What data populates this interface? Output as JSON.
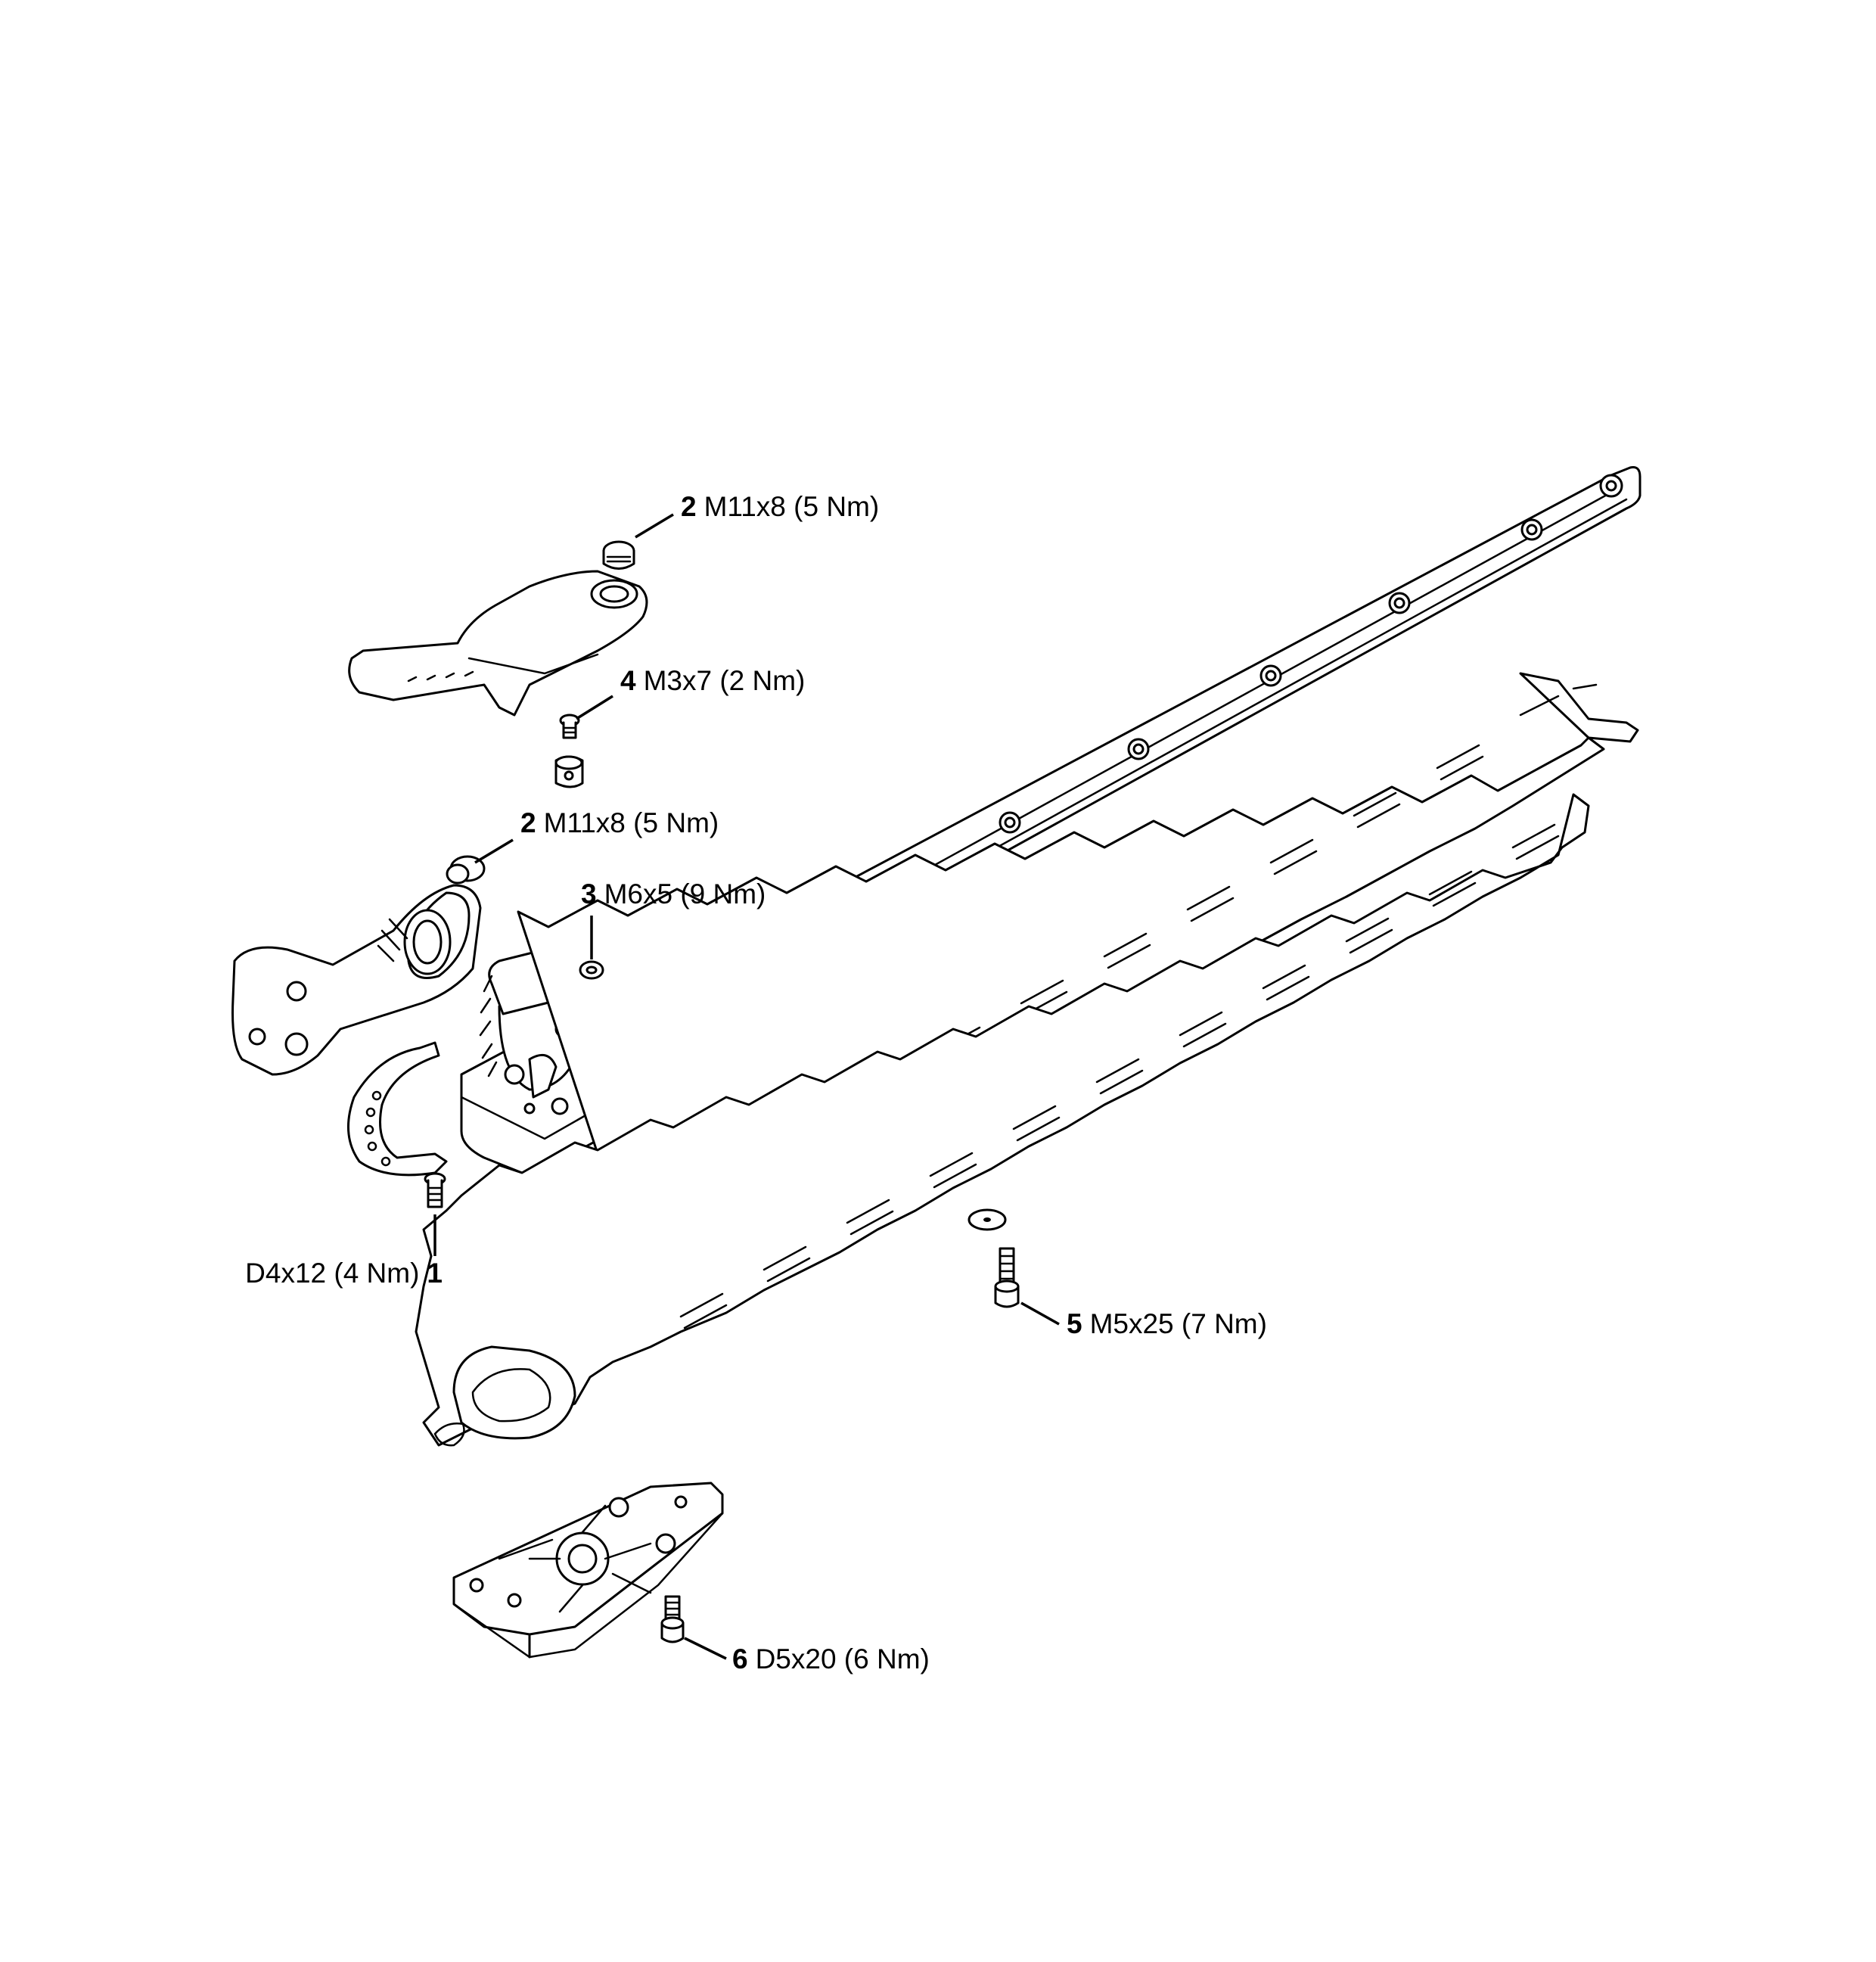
{
  "callouts": [
    {
      "id": "c1",
      "number": "2",
      "spec": "M11x8 (5 Nm)"
    },
    {
      "id": "c2",
      "number": "4",
      "spec": "M3x7 (2 Nm)"
    },
    {
      "id": "c3",
      "number": "2",
      "spec": "M11x8 (5 Nm)"
    },
    {
      "id": "c4",
      "number": "3",
      "spec": "M6x5 (9 Nm)"
    },
    {
      "id": "c5",
      "number": "1",
      "spec": "D4x12 (4 Nm)"
    },
    {
      "id": "c6",
      "number": "5",
      "spec": "M5x25 (7 Nm)"
    },
    {
      "id": "c7",
      "number": "6",
      "spec": "D5x20 (6 Nm)"
    }
  ]
}
